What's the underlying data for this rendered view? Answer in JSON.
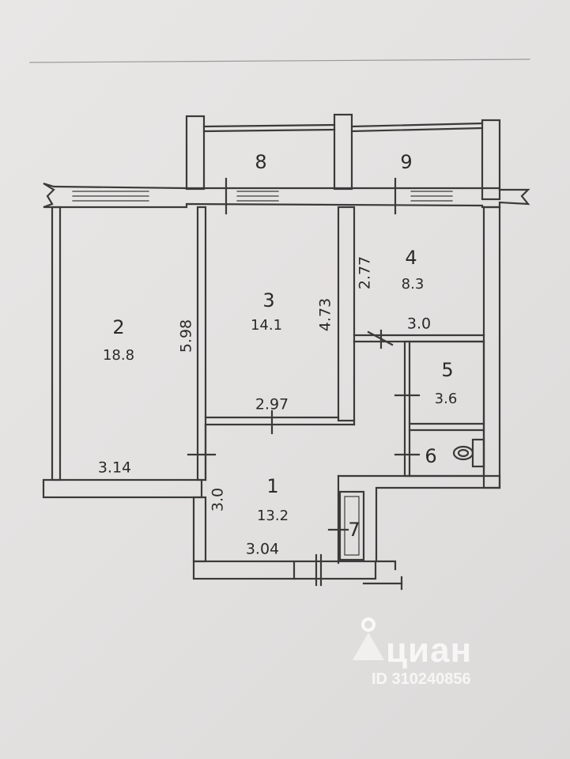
{
  "rooms": [
    {
      "id": "1",
      "number": "1",
      "area": "13.2"
    },
    {
      "id": "2",
      "number": "2",
      "area": "18.8"
    },
    {
      "id": "3",
      "number": "3",
      "area": "14.1"
    },
    {
      "id": "4",
      "number": "4",
      "area": "8.3"
    },
    {
      "id": "5",
      "number": "5",
      "area": "3.6"
    },
    {
      "id": "6",
      "number": "6"
    },
    {
      "id": "7",
      "number": "7"
    },
    {
      "id": "8",
      "number": "8"
    },
    {
      "id": "9",
      "number": "9"
    }
  ],
  "dimensions": {
    "room2_width": "3.14",
    "room2_length": "5.98",
    "room3_width": "2.97",
    "room3_length": "4.73",
    "room4_length": "2.77",
    "room4_width": "3.0",
    "hall_width": "3.04",
    "hall_length": "3.0"
  },
  "watermark": {
    "brand": "циан",
    "id": "ID 310240856"
  }
}
